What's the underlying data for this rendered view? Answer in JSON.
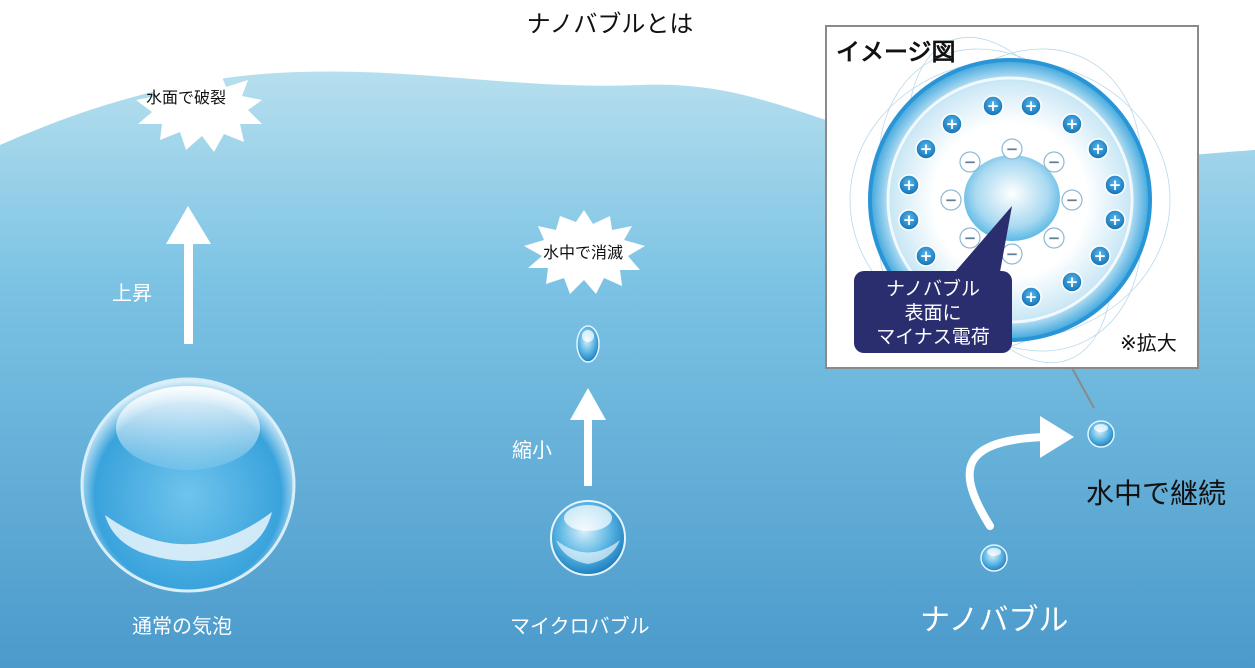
{
  "title": "ナノバブルとは",
  "colors": {
    "water_top": "#a9d9ea",
    "water_bottom": "#4f9fcc",
    "callout_bg": "#2a2e6f",
    "charge_blue": "#1a8ad0"
  },
  "ordinary": {
    "burst_label": "水面で破裂",
    "arrow_label": "上昇",
    "label": "通常の気泡"
  },
  "micro": {
    "burst_label": "水中で消滅",
    "arrow_label": "縮小",
    "label": "マイクロバブル"
  },
  "nano": {
    "label": "ナノバブル",
    "result_label": "水中で継続"
  },
  "inset": {
    "title": "イメージ図",
    "callout_lines": [
      "ナノバブル",
      "表面に",
      "マイナス電荷"
    ],
    "note": "※拡大",
    "plus_symbol": "+",
    "minus_symbol": "−"
  }
}
